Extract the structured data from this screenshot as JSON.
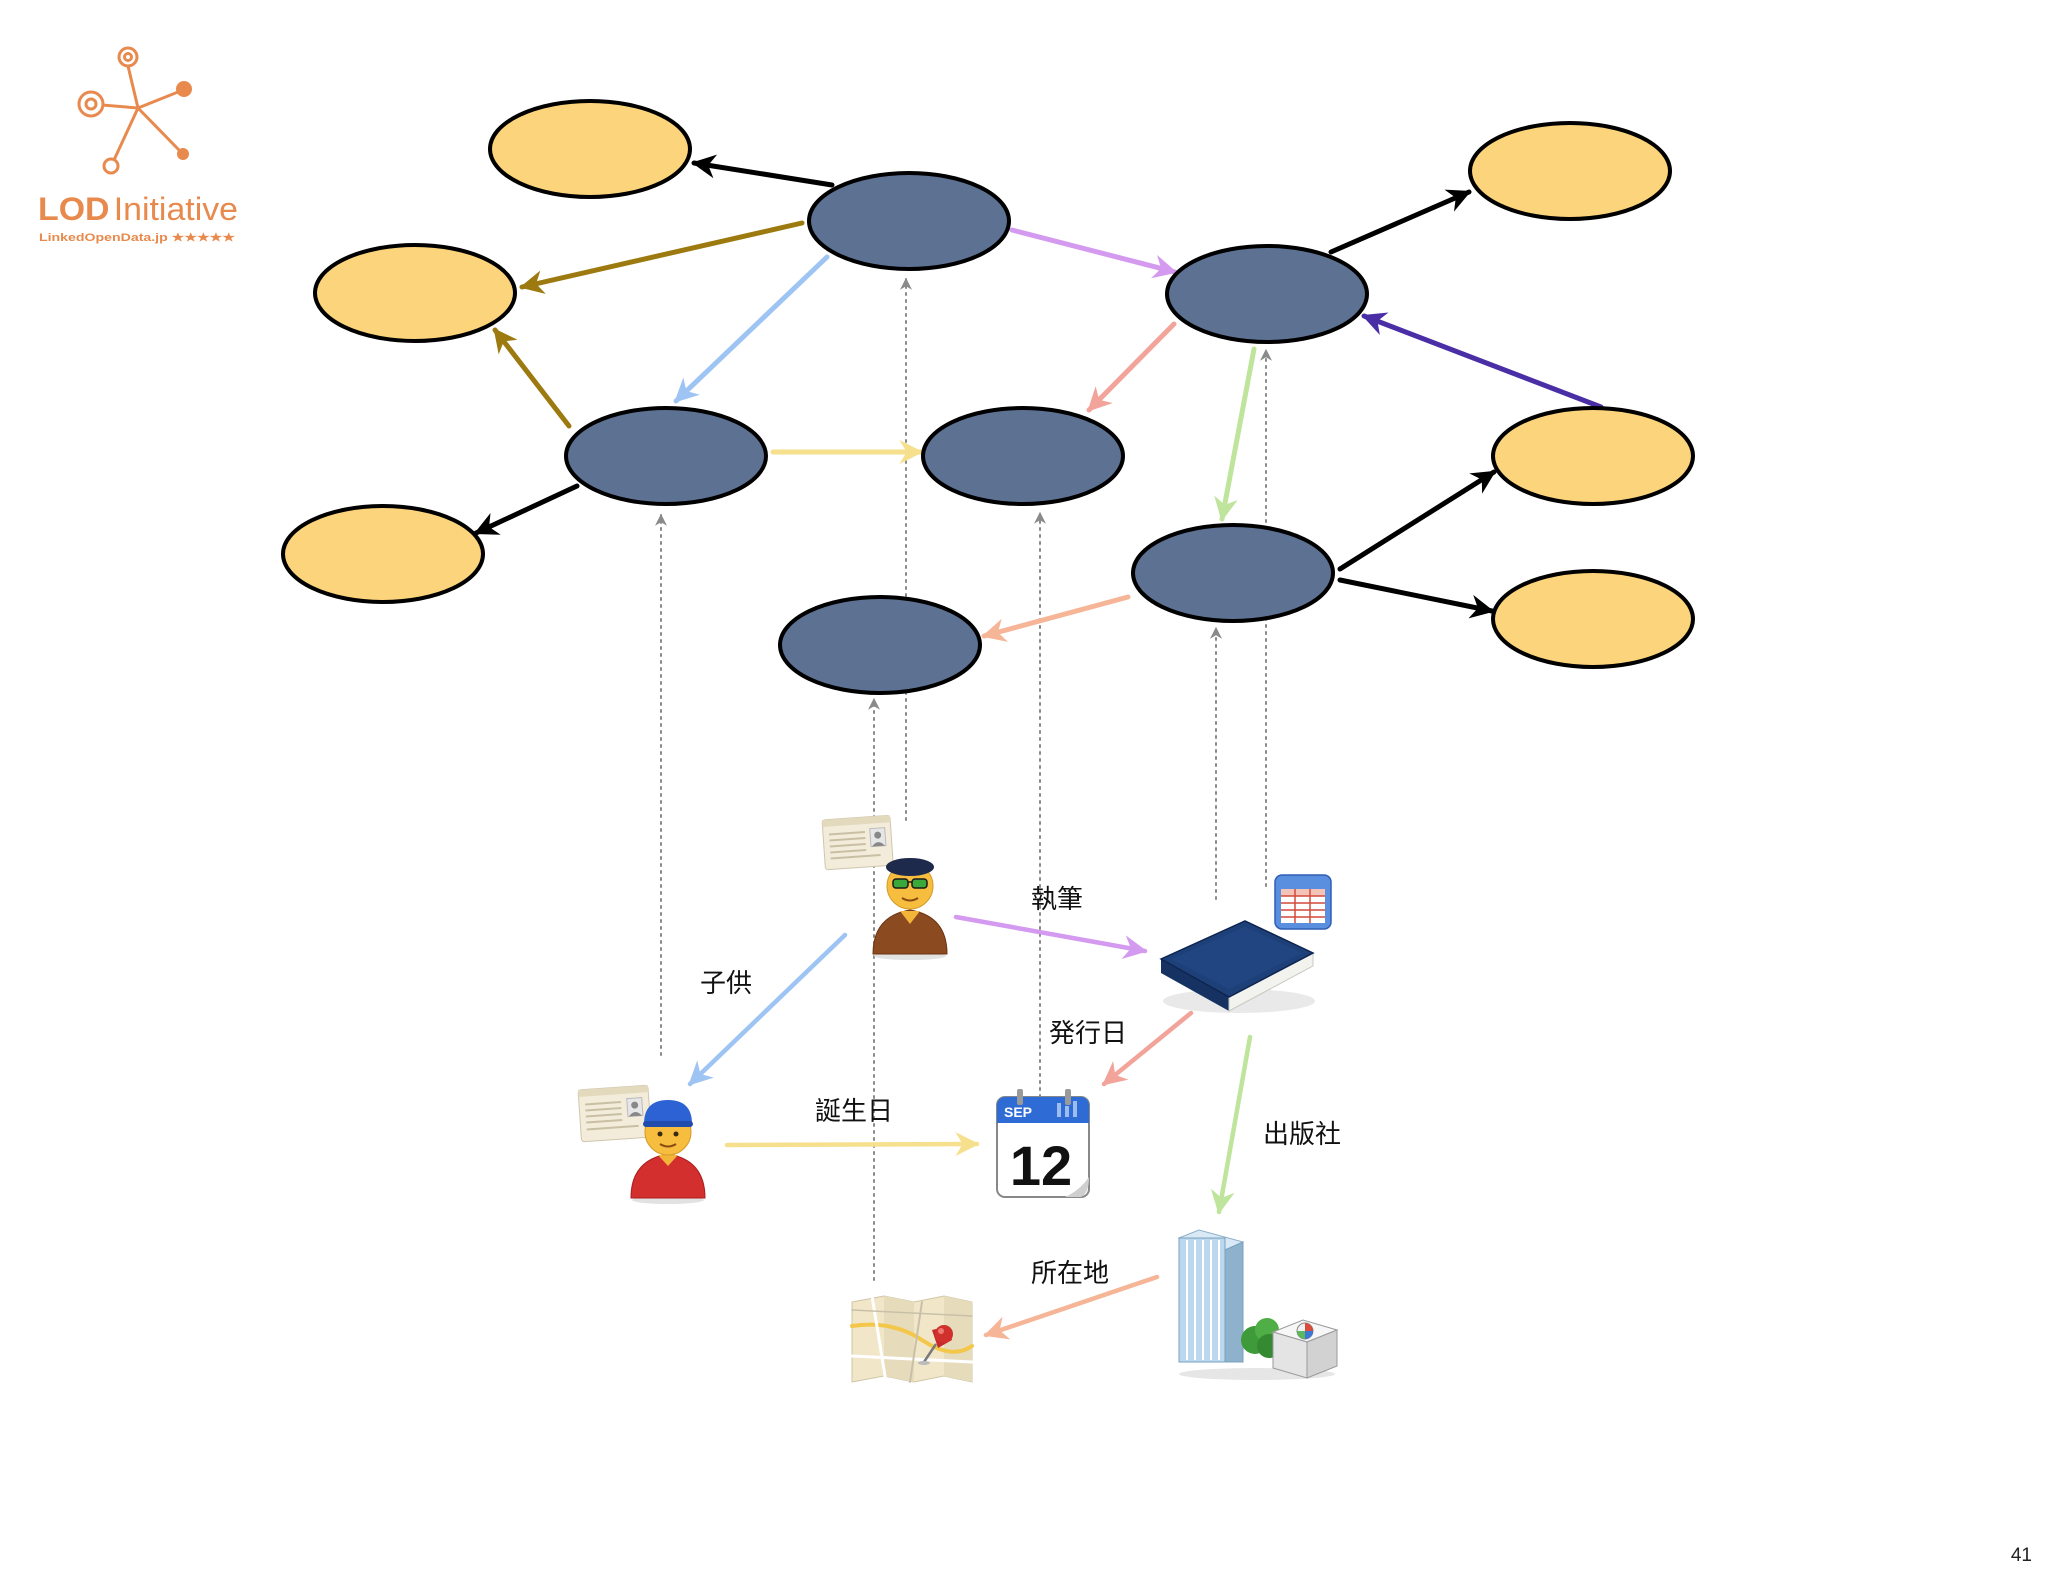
{
  "logo": {
    "name_bold": "LOD",
    "name_rest": "Initiative",
    "tagline": "LinkedOpenData.jp ★★★★★"
  },
  "edge_labels": [
    "執筆",
    "子供",
    "発行日",
    "誕生日",
    "出版社",
    "所在地"
  ],
  "calendar": {
    "month": "SEP",
    "day": "12"
  },
  "page_number": "41",
  "colors": {
    "yellow_node": "#fcd47b",
    "blue_node": "#5d7193",
    "edge_black": "#000000",
    "edge_brown": "#9c7a0f",
    "edge_purple": "#d49af0",
    "edge_lightblue": "#9ec4f4",
    "edge_yellow": "#f6e08e",
    "edge_salmon": "#f2a49b",
    "edge_green": "#bfe49c",
    "edge_darkpurple": "#4a2ea6",
    "edge_peach": "#f5b596",
    "dotted_gray": "#8a8a8a",
    "logo_orange": "#e88a4d"
  }
}
